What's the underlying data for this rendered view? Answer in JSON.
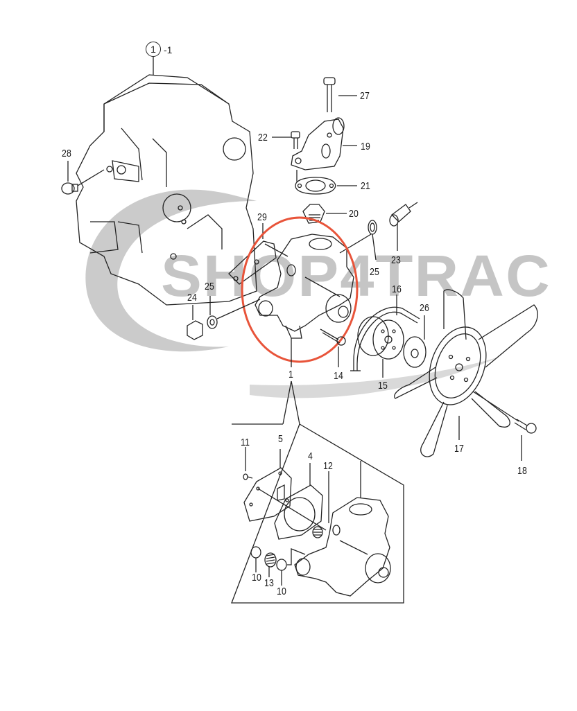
{
  "diagram": {
    "type": "exploded-parts-diagram",
    "subject": "Engine water pump & cooling fan assembly",
    "reference": {
      "circle_number": "1",
      "suffix": "-1"
    },
    "watermark": "SHOP4TRAC",
    "highlight_color": "#e8543a",
    "watermark_color": "#a0a0a0",
    "callouts": [
      {
        "id": "27",
        "label": "27"
      },
      {
        "id": "22",
        "label": "22"
      },
      {
        "id": "19",
        "label": "19"
      },
      {
        "id": "28",
        "label": "28"
      },
      {
        "id": "21",
        "label": "21"
      },
      {
        "id": "20",
        "label": "20"
      },
      {
        "id": "29",
        "label": "29"
      },
      {
        "id": "23",
        "label": "23"
      },
      {
        "id": "25a",
        "label": "25"
      },
      {
        "id": "25b",
        "label": "25"
      },
      {
        "id": "16",
        "label": "16"
      },
      {
        "id": "24",
        "label": "24"
      },
      {
        "id": "26",
        "label": "26"
      },
      {
        "id": "1",
        "label": "1"
      },
      {
        "id": "14",
        "label": "14"
      },
      {
        "id": "15",
        "label": "15"
      },
      {
        "id": "17",
        "label": "17"
      },
      {
        "id": "18",
        "label": "18"
      },
      {
        "id": "11",
        "label": "11"
      },
      {
        "id": "5",
        "label": "5"
      },
      {
        "id": "4",
        "label": "4"
      },
      {
        "id": "12",
        "label": "12"
      },
      {
        "id": "10a",
        "label": "10"
      },
      {
        "id": "13",
        "label": "13"
      },
      {
        "id": "10b",
        "label": "10"
      }
    ],
    "components": [
      "engine-block",
      "thermostat-housing",
      "gasket",
      "thermostat",
      "temperature-sensor",
      "water-pump",
      "bracket",
      "plug",
      "washer",
      "v-belt",
      "pulley",
      "spacer",
      "fan",
      "bolt",
      "pump-cover",
      "pump-gasket",
      "seal",
      "o-ring",
      "bushing"
    ]
  }
}
